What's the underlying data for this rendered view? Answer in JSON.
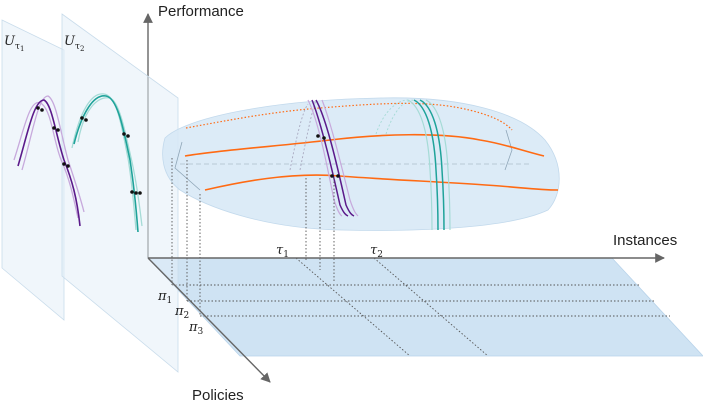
{
  "axes": {
    "performance": "Performance",
    "instances": "Instances",
    "policies": "Policies"
  },
  "planes": {
    "u1": {
      "base": "U",
      "sub_base": "τ",
      "sub_index": "1"
    },
    "u2": {
      "base": "U",
      "sub_base": "τ",
      "sub_index": "2"
    }
  },
  "instance_ticks": [
    {
      "base": "τ",
      "index": "1"
    },
    {
      "base": "τ",
      "index": "2"
    }
  ],
  "policy_ticks": [
    {
      "base": "π",
      "index": "1"
    },
    {
      "base": "π",
      "index": "2"
    },
    {
      "base": "π",
      "index": "3"
    }
  ],
  "colors": {
    "plane": "#cfe3f3",
    "surface": "#d6e8f6",
    "policy_curve": "#ff6a13",
    "tau1_curve": "#5b1a8a",
    "tau1_light": "#c7a9dc",
    "tau2_curve": "#1fa39a",
    "tau2_light": "#a5dbd6",
    "axis": "#666666"
  }
}
